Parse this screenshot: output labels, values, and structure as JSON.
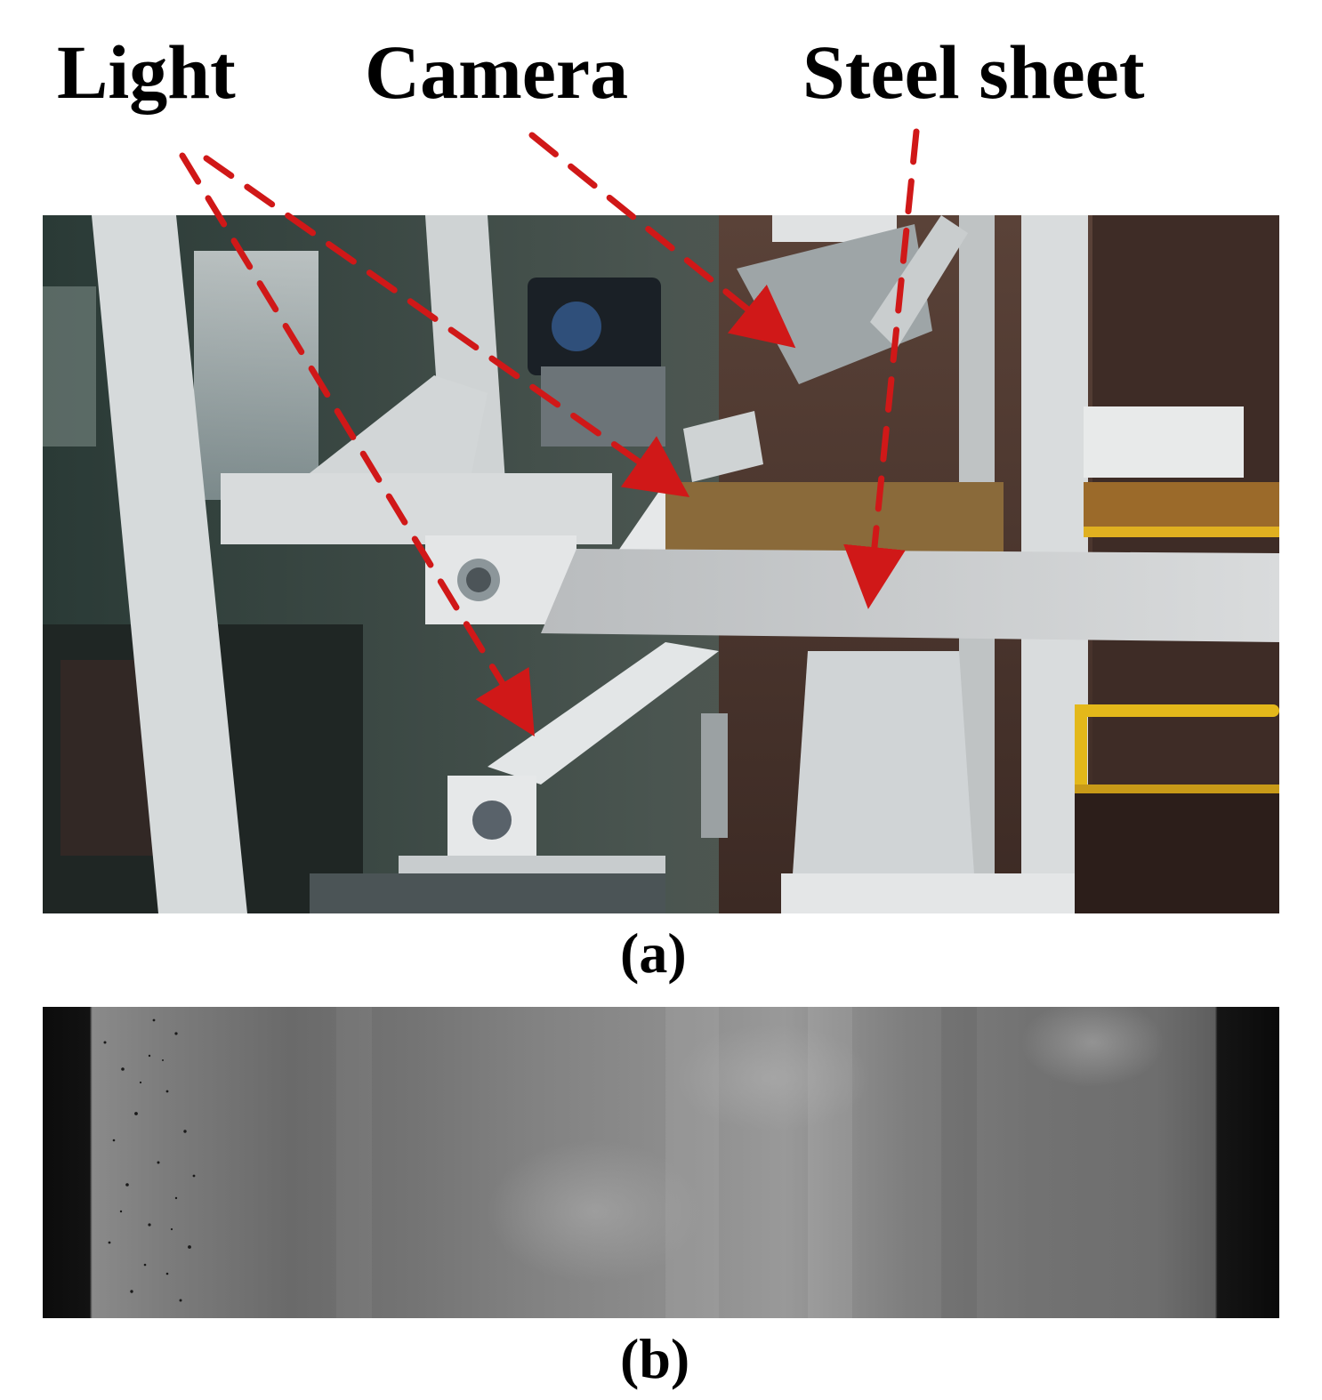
{
  "labels": {
    "light": "Light",
    "camera": "Camera",
    "steel_sheet": "Steel sheet"
  },
  "captions": {
    "a": "(a)",
    "b": "(b)"
  },
  "colors": {
    "arrow": "#d01818",
    "label_text": "#000000",
    "background": "#ffffff"
  }
}
